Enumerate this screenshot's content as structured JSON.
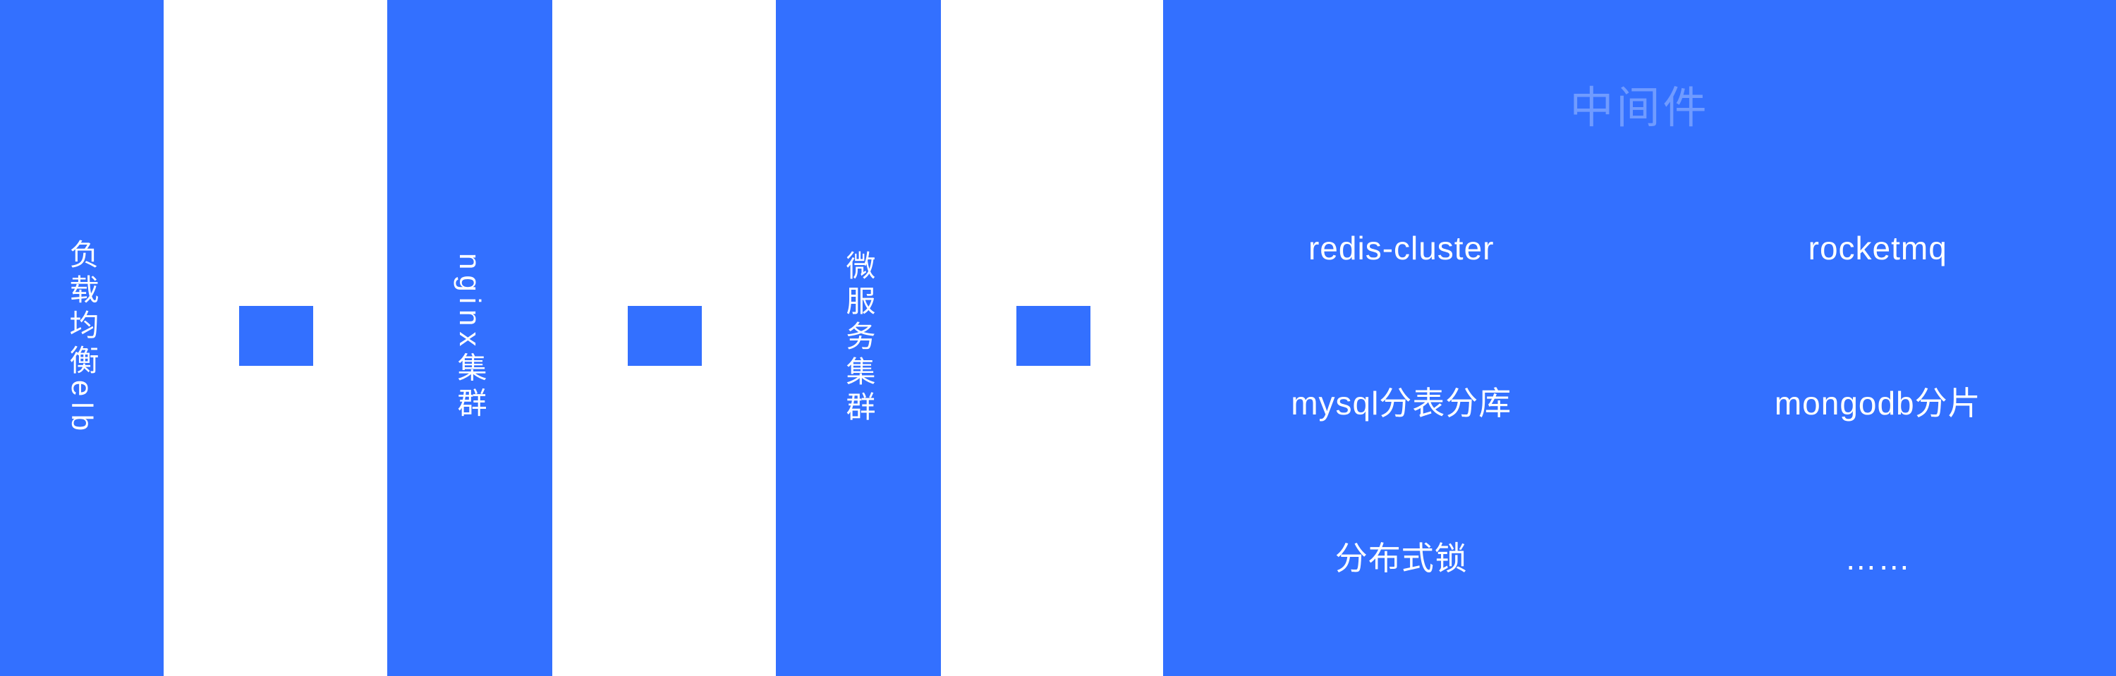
{
  "colors": {
    "primary_blue": "#3370FF",
    "text_white": "#FFFFFF",
    "title_faded": "rgba(255,255,255,0.30)"
  },
  "bars": [
    {
      "label": "负载均衡elb"
    },
    {
      "label": "nginx集群"
    },
    {
      "label": "微服务集群"
    }
  ],
  "middleware": {
    "title": "中间件",
    "items": [
      [
        "redis-cluster",
        "rocketmq"
      ],
      [
        "mysql分表分库",
        "mongodb分片"
      ],
      [
        "分布式锁",
        "……"
      ]
    ]
  }
}
